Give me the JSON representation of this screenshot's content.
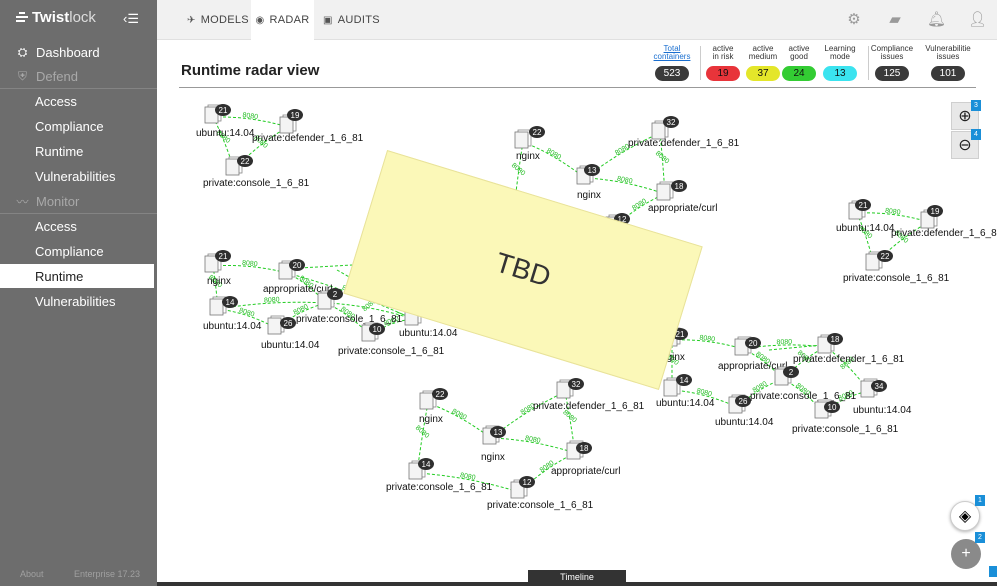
{
  "app": {
    "brand_strong": "Twist",
    "brand_light": "lock"
  },
  "sidebar": {
    "dashboard": "Dashboard",
    "defend": {
      "label": "Defend",
      "items": [
        "Access",
        "Compliance",
        "Runtime",
        "Vulnerabilities"
      ]
    },
    "monitor": {
      "label": "Monitor",
      "items": [
        "Access",
        "Compliance",
        "Runtime",
        "Vulnerabilities"
      ],
      "active": "Runtime"
    },
    "footer_about": "About",
    "footer_version": "Enterprise 17.23"
  },
  "tabs": [
    {
      "label": "MODELS",
      "icon": "models-icon"
    },
    {
      "label": "RADAR",
      "icon": "radar-icon",
      "active": true
    },
    {
      "label": "AUDITS",
      "icon": "audits-icon"
    }
  ],
  "page": {
    "title": "Runtime radar view"
  },
  "stats": [
    {
      "label": "Total\ncontainers",
      "value": "523",
      "color": "#3a3a3a",
      "link": true
    },
    {
      "label": "active\nin risk",
      "value": "19",
      "color": "#e8343a"
    },
    {
      "label": "active\nmedium",
      "value": "37",
      "color": "#e4e62a"
    },
    {
      "label": "active\ngood",
      "value": "24",
      "color": "#33cc33"
    },
    {
      "label": "Learning\nmode",
      "value": "13",
      "color": "#3be3ef"
    },
    {
      "label": "Compliance\nissues",
      "value": "125",
      "color": "#3a3a3a"
    },
    {
      "label": "Vulnerabilitie\nissues",
      "value": "101",
      "color": "#3a3a3a"
    }
  ],
  "overlay_note": "TBD",
  "controls": {
    "zoom_in_badge": "3",
    "zoom_out_badge": "4",
    "layers_badge": "1",
    "add_badge": "2"
  },
  "timeline": "Timeline",
  "port_label": "8080",
  "graph": {
    "nodes": [
      {
        "label": "ubuntu:14.04",
        "count": "21"
      },
      {
        "label": "private:defender_1_6_81",
        "count": "19"
      },
      {
        "label": "private:console_1_6_81",
        "count": "22"
      },
      {
        "label": "nginx",
        "count": "22"
      },
      {
        "label": "nginx",
        "count": "13"
      },
      {
        "label": "private:defender_1_6_81",
        "count": "32"
      },
      {
        "label": "appropriate/curl",
        "count": "18"
      },
      {
        "label": "",
        "count": "14"
      },
      {
        "label": "",
        "count": "12"
      },
      {
        "label": "nginx",
        "count": "21"
      },
      {
        "label": "appropriate/curl",
        "count": "20"
      },
      {
        "label": "private:defender_1_6_81",
        "count": "18"
      },
      {
        "label": "ubuntu:14.04",
        "count": "14"
      },
      {
        "label": "ubuntu:14.04",
        "count": "26"
      },
      {
        "label": "private:console_1_6_81",
        "count": "2"
      },
      {
        "label": "private:console_1_6_81",
        "count": "10"
      },
      {
        "label": "ubuntu:14.04",
        "count": "34"
      },
      {
        "label": "nginx",
        "count": "21"
      },
      {
        "label": "appropriate/curl",
        "count": "20"
      },
      {
        "label": "private:defender_1_6_81",
        "count": "18"
      },
      {
        "label": "ubuntu:14.04",
        "count": "14"
      },
      {
        "label": "ubuntu:14.04",
        "count": "26"
      },
      {
        "label": "private:console_1_6_81",
        "count": "2"
      },
      {
        "label": "private:console_1_6_81",
        "count": "10"
      },
      {
        "label": "ubuntu:14.04",
        "count": "34"
      },
      {
        "label": "ubuntu:14.04",
        "count": "21"
      },
      {
        "label": "private:defender_1_6_81",
        "count": "19"
      },
      {
        "label": "private:console_1_6_81",
        "count": "22"
      },
      {
        "label": "nginx",
        "count": "22"
      },
      {
        "label": "nginx",
        "count": "13"
      },
      {
        "label": "private:defender_1_6_81",
        "count": "32"
      },
      {
        "label": "appropriate/curl",
        "count": "18"
      },
      {
        "label": "private:console_1_6_81",
        "count": "14"
      },
      {
        "label": "private:console_1_6_81",
        "count": "12"
      }
    ]
  }
}
